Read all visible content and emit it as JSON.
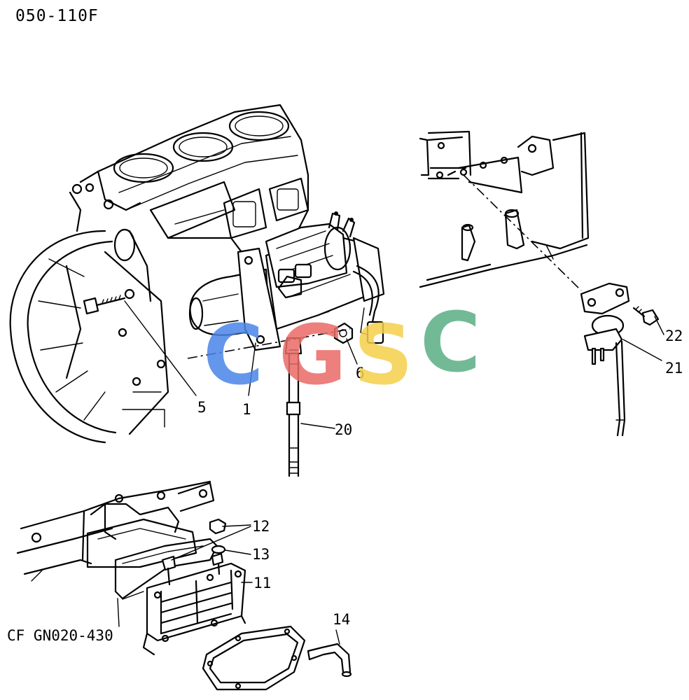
{
  "diagram": {
    "code": "050-110F",
    "reference": "CF GN020-430",
    "callouts": {
      "c1": "1",
      "c5": "5",
      "c6": "6",
      "c11": "11",
      "c12": "12",
      "c13": "13",
      "c14": "14",
      "c20": "20",
      "c21": "21",
      "c22": "22"
    }
  },
  "watermark": {
    "letters": [
      "C",
      "G",
      "S",
      "C"
    ],
    "colors": [
      "#4a86e8",
      "#ea6b66",
      "#f5cf4a",
      "#5aae84"
    ]
  }
}
